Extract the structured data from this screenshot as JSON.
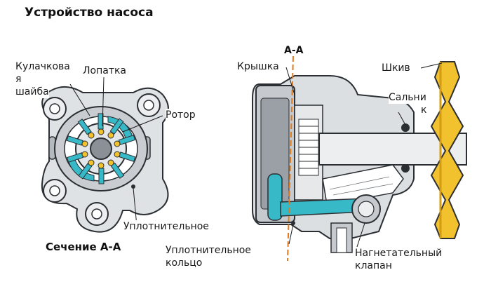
{
  "title": "Устройство насоса",
  "section_title": "Сечение А-А",
  "section_mark": "А-А",
  "labels": {
    "cam_washer_1": "Кулачкова",
    "cam_washer_2": "я",
    "cam_washer_3": "шайба",
    "vane": "Лопатка",
    "rotor": "Ротор",
    "seal_left": "Уплотнительное",
    "seal_ring_1": "Уплотнительное",
    "seal_ring_2": "кольцо",
    "cover": "Крышка",
    "pulley": "Шкив",
    "oil_seal_1": "Сальни",
    "oil_seal_2": "к",
    "valve_1": "Нагнетательный",
    "valve_2": "клапан"
  },
  "colors": {
    "metal_light": "#d9dde0",
    "metal_mid": "#b4b9bd",
    "metal_dark": "#6f757a",
    "outline": "#2b2f33",
    "fluid": "#37b9c7",
    "pulley": "#f2c12e",
    "axis": "#e07a1e"
  }
}
